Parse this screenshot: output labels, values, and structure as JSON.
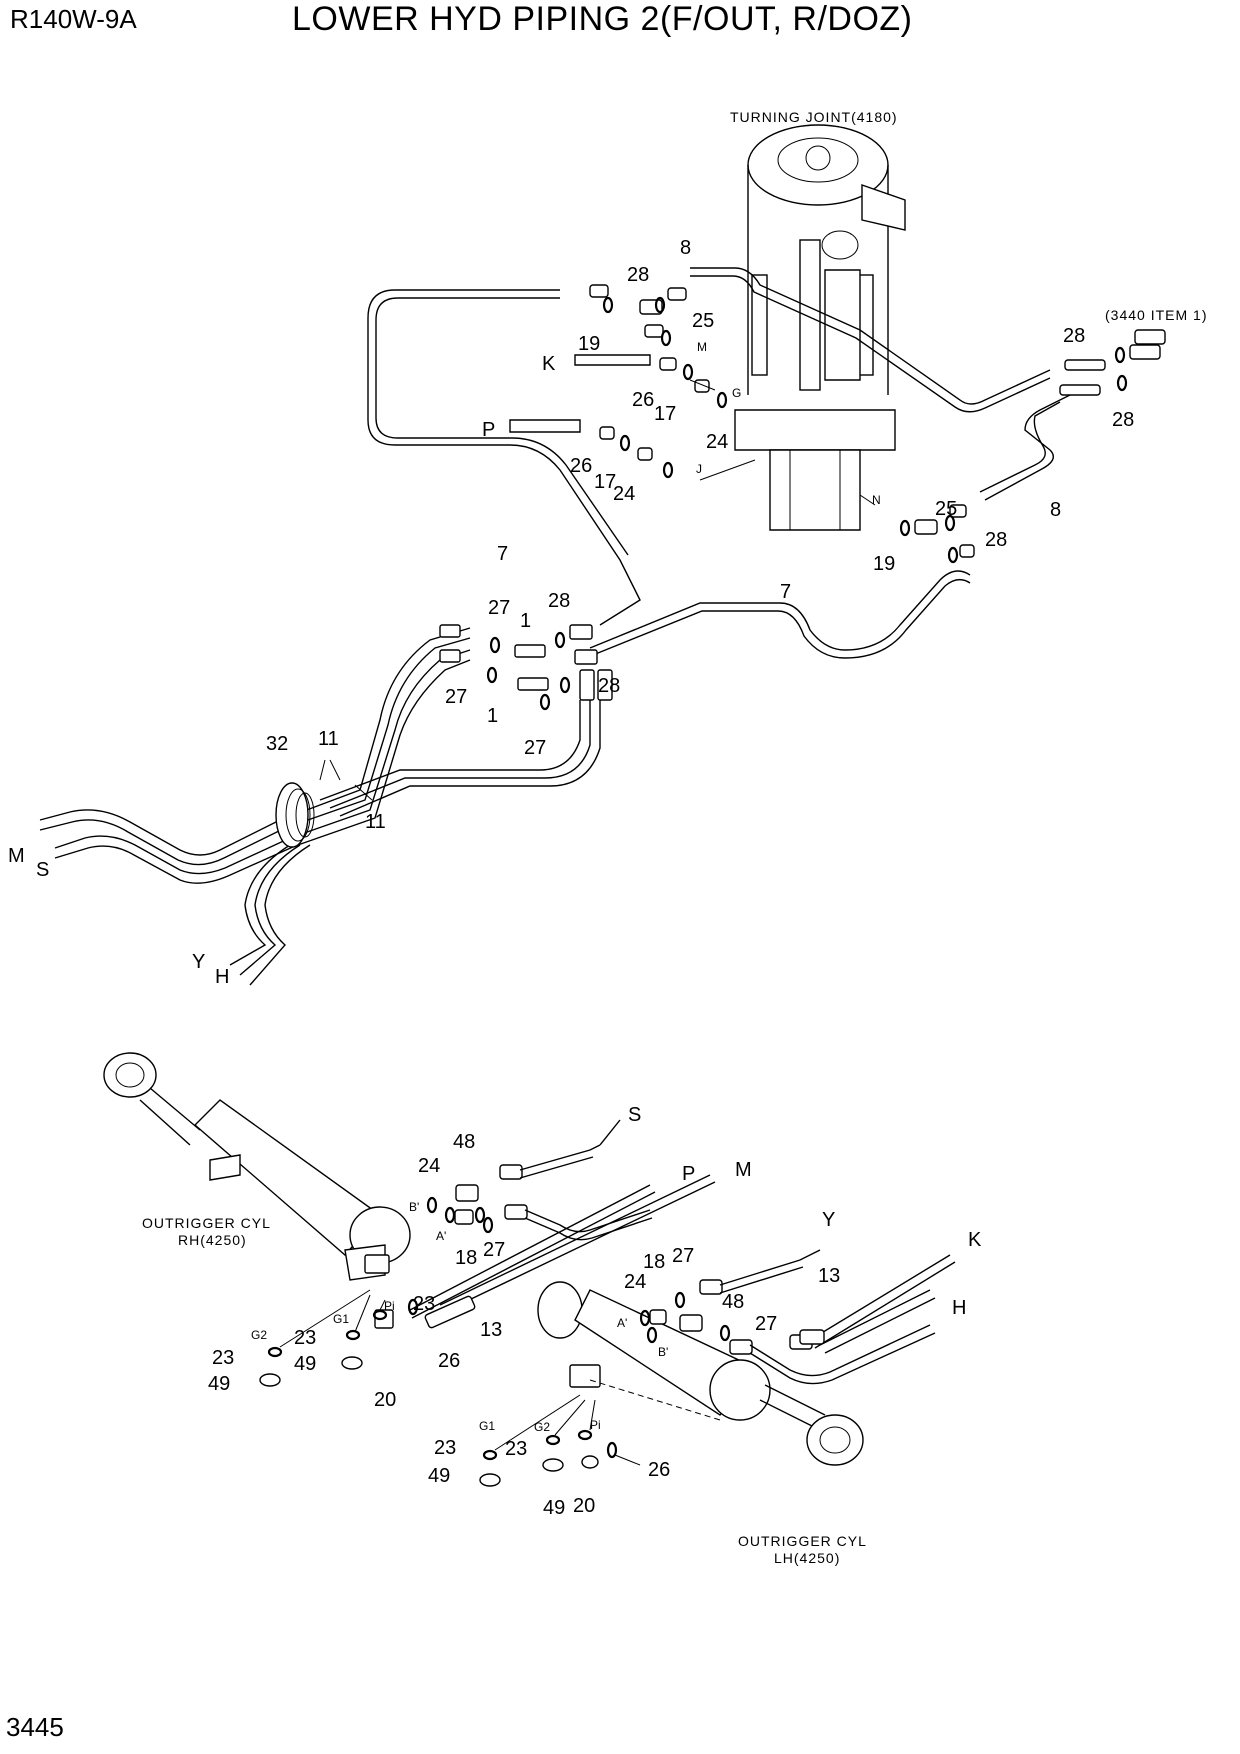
{
  "header": {
    "model": "R140W-9A",
    "title": "LOWER HYD PIPING 2(F/OUT, R/DOZ)"
  },
  "footer": {
    "page": "3445"
  },
  "captions": {
    "turning_joint": "TURNING JOINT(4180)",
    "ref": "(3440 ITEM 1)",
    "cyl_rh_1": "OUTRIGGER CYL",
    "cyl_rh_2": "RH(4250)",
    "cyl_lh_1": "OUTRIGGER CYL",
    "cyl_lh_2": "LH(4250)"
  },
  "part_numbers": {
    "p28a": "28",
    "p8a": "8",
    "p25a": "25",
    "p19a": "19",
    "p26a": "26",
    "p17a": "17",
    "p24a": "24",
    "p26b": "26",
    "p17b": "17",
    "p24b": "24",
    "p28r": "28",
    "p28r2": "28",
    "p25b": "25",
    "p8b": "8",
    "p28c": "28",
    "p19b": "19",
    "p7a": "7",
    "p7b": "7",
    "p27a": "27",
    "p1a": "1",
    "p28d": "28",
    "p27b": "27",
    "p28e": "28",
    "p1b": "1",
    "p27c": "27",
    "p32": "32",
    "p11a": "11",
    "p11b": "11",
    "p24c": "24",
    "p48a": "48",
    "p18a": "18",
    "p27d": "27",
    "p23a": "23",
    "p13a": "13",
    "p23b": "23",
    "p26c": "26",
    "p49a": "49",
    "p20a": "20",
    "p23c": "23",
    "p49b": "49",
    "p18b": "18",
    "p27e": "27",
    "p24d": "24",
    "p13b": "13",
    "p48b": "48",
    "p27f": "27",
    "p23d": "23",
    "p23e": "23",
    "p49c": "49",
    "p49d": "49",
    "p20b": "20",
    "p26d": "26"
  },
  "port_letters": {
    "K": "K",
    "P": "P",
    "M": "M",
    "S": "S",
    "Y": "Y",
    "H": "H",
    "S2": "S",
    "P2": "P",
    "M2": "M",
    "Y2": "Y",
    "K2": "K",
    "H2": "H"
  },
  "port_marks": {
    "m": "M",
    "g": "G",
    "j": "J",
    "n": "N",
    "b1": "B'",
    "a1": "A'",
    "a2": "A'",
    "b2": "B'",
    "g1a": "G1",
    "g2a": "G2",
    "pia": "Pi",
    "g1b": "G1",
    "g2b": "G2",
    "pib": "Pi"
  }
}
